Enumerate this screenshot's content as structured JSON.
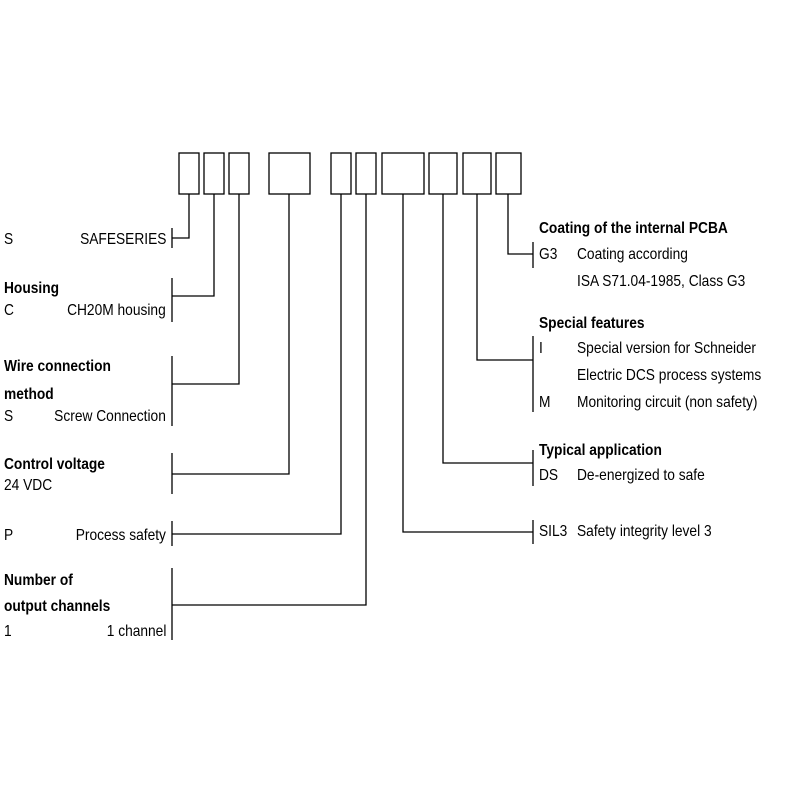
{
  "left_fields": {
    "series": {
      "code": "S",
      "value": "SAFESERIES"
    },
    "housing": {
      "title": "Housing",
      "code": "C",
      "value": "CH20M housing"
    },
    "wire_connection": {
      "title_line1": "Wire connection",
      "title_line2": "method",
      "code": "S",
      "value": "Screw Connection"
    },
    "control_voltage": {
      "title": "Control voltage",
      "value": "24 VDC"
    },
    "process": {
      "code": "P",
      "value": "Process safety"
    },
    "output_channels": {
      "title_line1": "Number of",
      "title_line2": "output channels",
      "code": "1",
      "value": "1 channel"
    }
  },
  "right_fields": {
    "coating": {
      "title": "Coating of the internal PCBA",
      "code": "G3",
      "value_line1": "Coating according",
      "value_line2": "ISA S71.04-1985, Class G3"
    },
    "special_features": {
      "title": "Special features",
      "code_i": "I",
      "value_i_line1": "Special version for Schneider",
      "value_i_line2": "Electric DCS process systems",
      "code_m": "M",
      "value_m": "Monitoring circuit (non safety)"
    },
    "typical_application": {
      "title": "Typical application",
      "code": "DS",
      "value": "De-energized to safe"
    },
    "sil": {
      "code": "SIL3",
      "value": "Safety integrity level 3"
    }
  }
}
